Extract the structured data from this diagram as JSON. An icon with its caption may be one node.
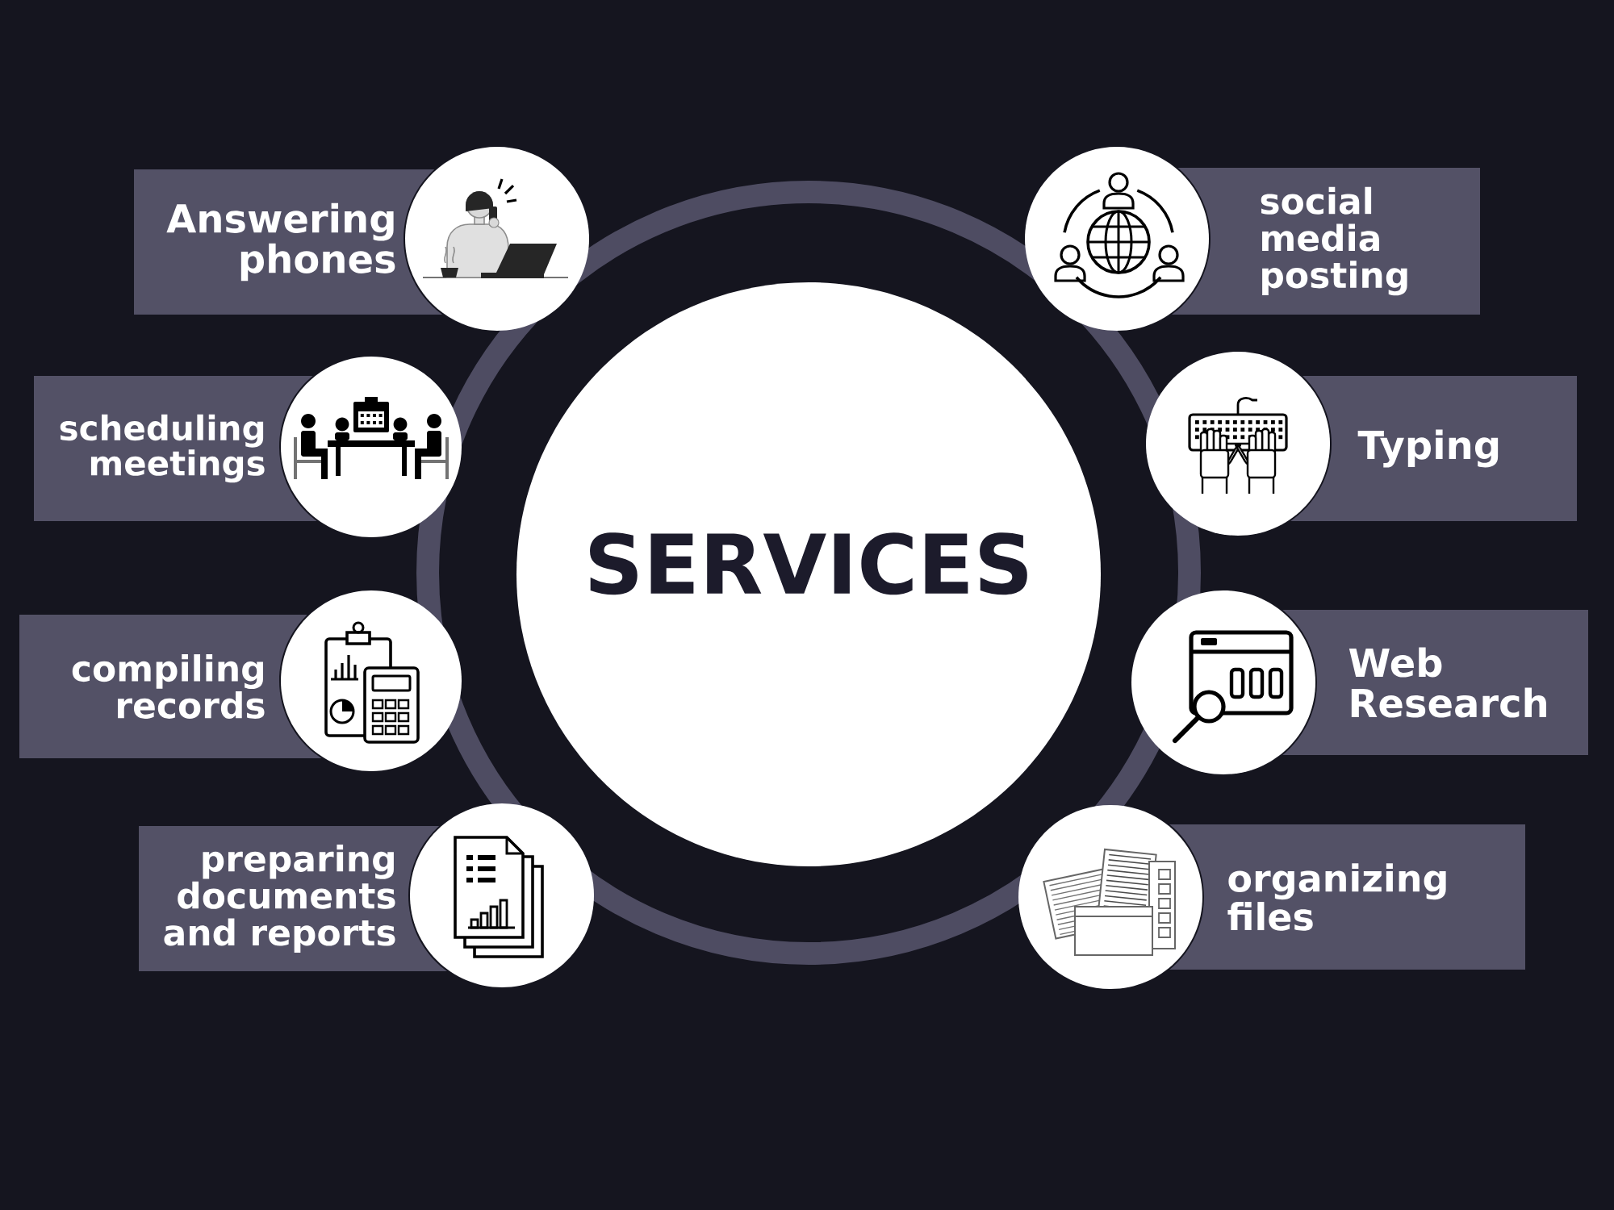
{
  "diagram": {
    "nodes": [
      {
        "text": [
          "SERVICES"
        ]
      },
      {
        "text": [
          "Answering phones"
        ]
      },
      {
        "text": [
          "social media posting"
        ]
      },
      {
        "text": [
          "scheduling meetings"
        ]
      },
      {
        "text": [
          "Typing"
        ]
      },
      {
        "text": [
          "compiling records"
        ]
      },
      {
        "text": [
          "Web Research"
        ]
      },
      {
        "text": [
          "preparing documents and reports"
        ]
      },
      {
        "text": [
          "organizing files"
        ]
      }
    ]
  }
}
